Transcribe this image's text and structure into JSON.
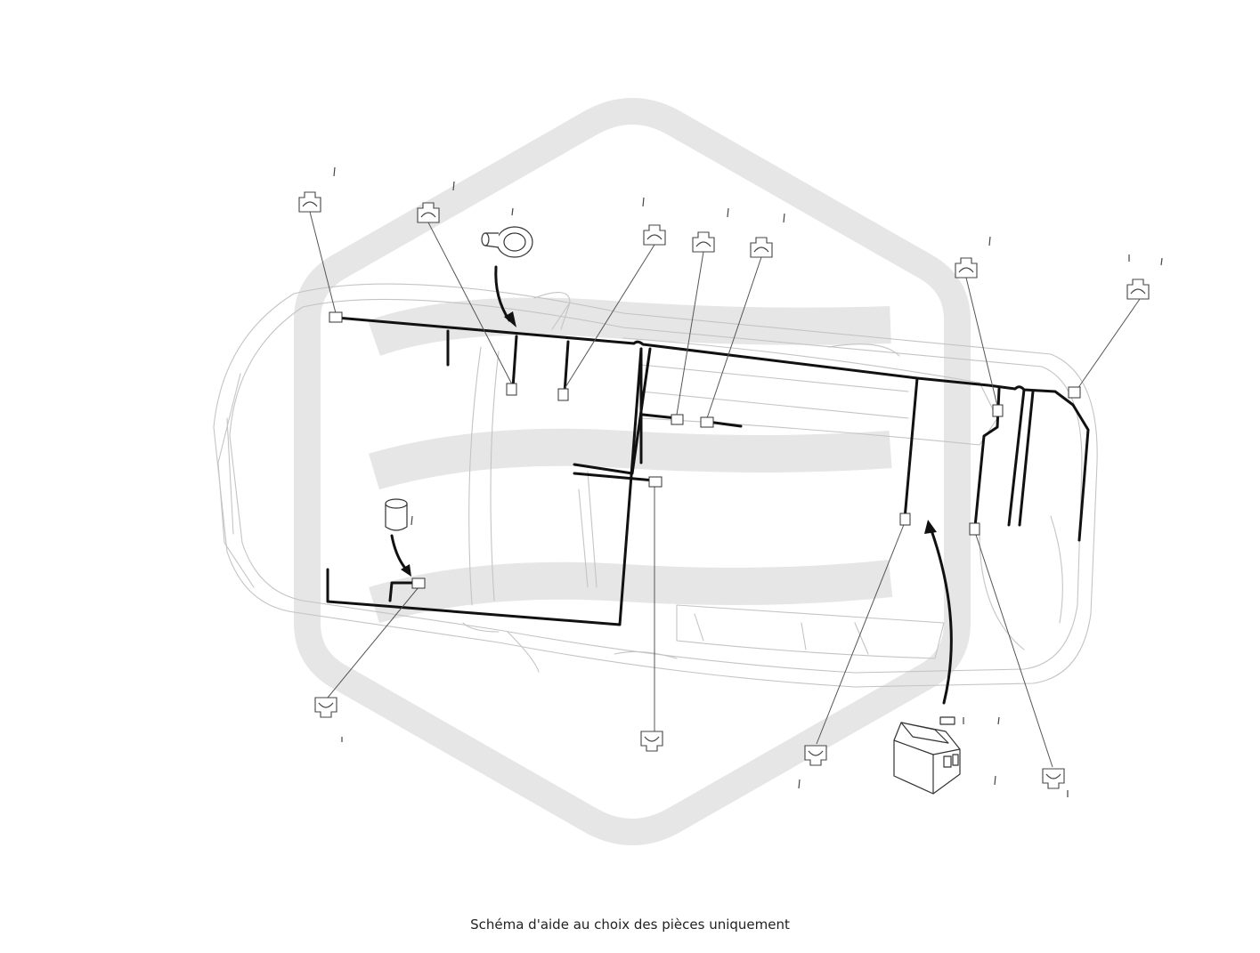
{
  "caption": "Schéma d'aide au choix des pièces uniquement",
  "colors": {
    "background": "#ffffff",
    "watermark": "#e6e6e6",
    "car_outline": "#c4c4c4",
    "harness": "#111111"
  },
  "icons": [
    "watermark-logo",
    "car-outline",
    "wiring-harness",
    "connector-callout-icon",
    "grommet-icon",
    "relay-icon",
    "fuse-box-icon"
  ]
}
